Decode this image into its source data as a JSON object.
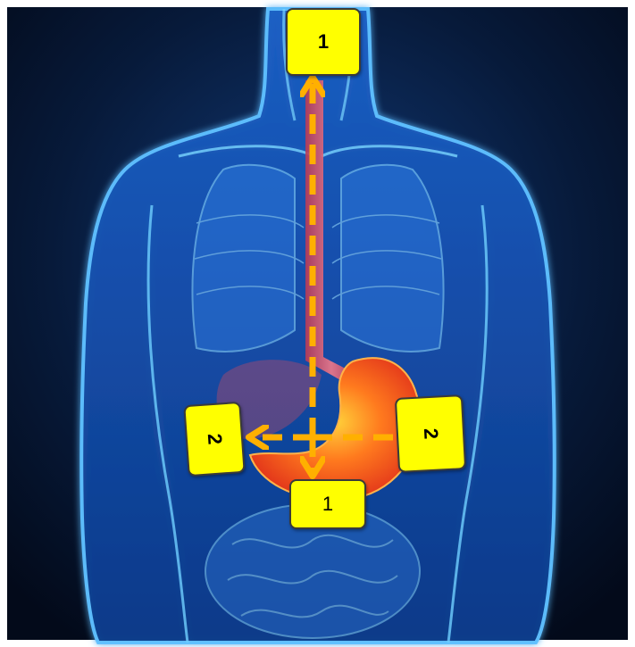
{
  "diagram": {
    "labels": {
      "top": "1",
      "bottom": "1",
      "left": "2",
      "right": "2"
    },
    "colors": {
      "background": "#071a3a",
      "body_glow": "#1e8cff",
      "esophagus": "#e0566a",
      "stomach": "#ff6a1a",
      "arrow": "#ffb000",
      "label_fill": "#ffff00"
    }
  }
}
